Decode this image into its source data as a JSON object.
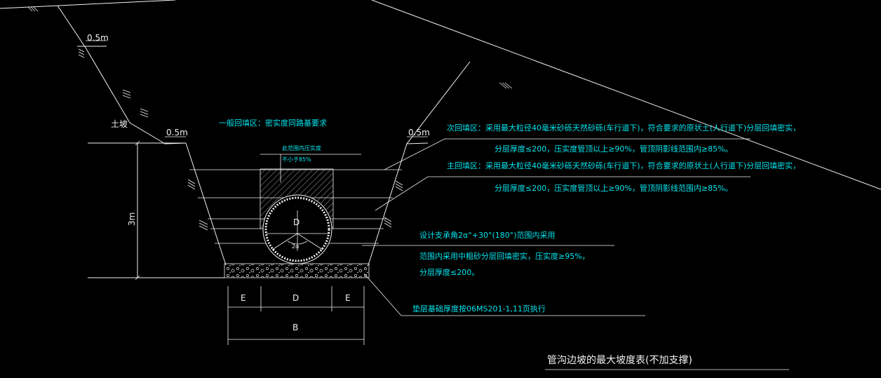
{
  "colors": {
    "background": "#000000",
    "lines": "#f2f2f2",
    "annotations": "#00e5ee"
  },
  "dimensions": {
    "berm_upper": "0.5m",
    "berm_left": "0.5m",
    "berm_right": "0.5m",
    "depth": "3m",
    "e_left": "E",
    "d_width": "D",
    "e_right": "E",
    "b_width": "B",
    "pipe_d": "D",
    "angle": "2α"
  },
  "labels": {
    "soil_left": "土坡",
    "general_zone": "一般回填区：密实度同路基要求",
    "box_line1": "此范围内压实度",
    "box_line2": "不小于85%",
    "secondary_line1": "次回填区：采用最大粒径40毫米砂砾天然砂砾(车行道下)，符合要求的原状土(人行道下)分层回填密实，",
    "secondary_line2": "分层厚度≤200，压实度管顶以上≥90%，管顶阴影线范围内≥85%。",
    "main_line1": "主回填区：采用最大粒径40毫米砂砾天然砂砾(车行道下)，符合要求的原状土(人行道下)分层回填密实，",
    "main_line2": "分层厚度≤200，压实度管顶以上≥90%，管顶阴影线范围内≥85%。",
    "support_line1": "设计支承角2α°+30°(180°)范围内采用",
    "support_line2": "范围内采用中粗砂分层回填密实，压实度≥95%，",
    "support_line3": "分层厚度≤200。",
    "bedding_note": "垫层基础厚度按06MS201-1,11页执行",
    "table_title": "管沟边坡的最大坡度表(不加支撑)"
  }
}
